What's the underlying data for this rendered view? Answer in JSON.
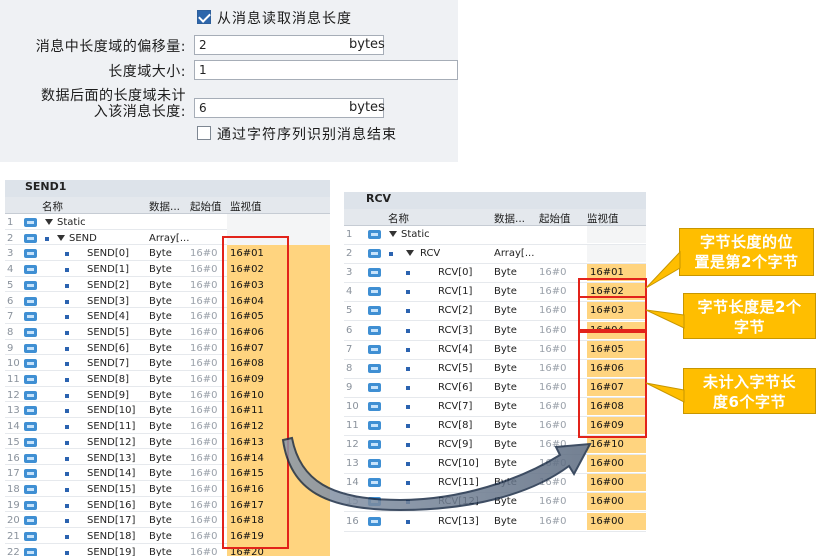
{
  "config": {
    "read_length_checkbox": "从消息读取消息长度",
    "offset_label": "消息中长度域的偏移量:",
    "offset_value": "2",
    "offset_unit": "bytes",
    "size_label": "长度域大小:",
    "size_value": "1",
    "uncounted_label_line1": "数据后面的长度域未计",
    "uncounted_label_line2": "入该消息长度:",
    "uncounted_value": "6",
    "uncounted_unit": "bytes",
    "char_seq_checkbox": "通过字符序列识别消息结束"
  },
  "send_table": {
    "title": "SEND1",
    "headers": {
      "name": "名称",
      "type": "数据...",
      "start": "起始值",
      "monitor": "监视值"
    },
    "rows": [
      {
        "n": "1",
        "name": "Static",
        "type": "",
        "start": "",
        "monitor": ""
      },
      {
        "n": "2",
        "name": "SEND",
        "type": "Array[...",
        "start": "",
        "monitor": ""
      },
      {
        "n": "3",
        "name": "SEND[0]",
        "type": "Byte",
        "start": "16#0",
        "monitor": "16#01"
      },
      {
        "n": "4",
        "name": "SEND[1]",
        "type": "Byte",
        "start": "16#0",
        "monitor": "16#02"
      },
      {
        "n": "5",
        "name": "SEND[2]",
        "type": "Byte",
        "start": "16#0",
        "monitor": "16#03"
      },
      {
        "n": "6",
        "name": "SEND[3]",
        "type": "Byte",
        "start": "16#0",
        "monitor": "16#04"
      },
      {
        "n": "7",
        "name": "SEND[4]",
        "type": "Byte",
        "start": "16#0",
        "monitor": "16#05"
      },
      {
        "n": "8",
        "name": "SEND[5]",
        "type": "Byte",
        "start": "16#0",
        "monitor": "16#06"
      },
      {
        "n": "9",
        "name": "SEND[6]",
        "type": "Byte",
        "start": "16#0",
        "monitor": "16#07"
      },
      {
        "n": "10",
        "name": "SEND[7]",
        "type": "Byte",
        "start": "16#0",
        "monitor": "16#08"
      },
      {
        "n": "11",
        "name": "SEND[8]",
        "type": "Byte",
        "start": "16#0",
        "monitor": "16#09"
      },
      {
        "n": "12",
        "name": "SEND[9]",
        "type": "Byte",
        "start": "16#0",
        "monitor": "16#10"
      },
      {
        "n": "13",
        "name": "SEND[10]",
        "type": "Byte",
        "start": "16#0",
        "monitor": "16#11"
      },
      {
        "n": "14",
        "name": "SEND[11]",
        "type": "Byte",
        "start": "16#0",
        "monitor": "16#12"
      },
      {
        "n": "15",
        "name": "SEND[12]",
        "type": "Byte",
        "start": "16#0",
        "monitor": "16#13"
      },
      {
        "n": "16",
        "name": "SEND[13]",
        "type": "Byte",
        "start": "16#0",
        "monitor": "16#14"
      },
      {
        "n": "17",
        "name": "SEND[14]",
        "type": "Byte",
        "start": "16#0",
        "monitor": "16#15"
      },
      {
        "n": "18",
        "name": "SEND[15]",
        "type": "Byte",
        "start": "16#0",
        "monitor": "16#16"
      },
      {
        "n": "19",
        "name": "SEND[16]",
        "type": "Byte",
        "start": "16#0",
        "monitor": "16#17"
      },
      {
        "n": "20",
        "name": "SEND[17]",
        "type": "Byte",
        "start": "16#0",
        "monitor": "16#18"
      },
      {
        "n": "21",
        "name": "SEND[18]",
        "type": "Byte",
        "start": "16#0",
        "monitor": "16#19"
      },
      {
        "n": "22",
        "name": "SEND[19]",
        "type": "Byte",
        "start": "16#0",
        "monitor": "16#20"
      }
    ]
  },
  "rcv_table": {
    "title": "RCV",
    "headers": {
      "name": "名称",
      "type": "数据...",
      "start": "起始值",
      "monitor": "监视值"
    },
    "rows": [
      {
        "n": "1",
        "name": "Static",
        "type": "",
        "start": "",
        "monitor": ""
      },
      {
        "n": "2",
        "name": "RCV",
        "type": "Array[...",
        "start": "",
        "monitor": ""
      },
      {
        "n": "3",
        "name": "RCV[0]",
        "type": "Byte",
        "start": "16#0",
        "monitor": "16#01"
      },
      {
        "n": "4",
        "name": "RCV[1]",
        "type": "Byte",
        "start": "16#0",
        "monitor": "16#02"
      },
      {
        "n": "5",
        "name": "RCV[2]",
        "type": "Byte",
        "start": "16#0",
        "monitor": "16#03"
      },
      {
        "n": "6",
        "name": "RCV[3]",
        "type": "Byte",
        "start": "16#0",
        "monitor": "16#04"
      },
      {
        "n": "7",
        "name": "RCV[4]",
        "type": "Byte",
        "start": "16#0",
        "monitor": "16#05"
      },
      {
        "n": "8",
        "name": "RCV[5]",
        "type": "Byte",
        "start": "16#0",
        "monitor": "16#06"
      },
      {
        "n": "9",
        "name": "RCV[6]",
        "type": "Byte",
        "start": "16#0",
        "monitor": "16#07"
      },
      {
        "n": "10",
        "name": "RCV[7]",
        "type": "Byte",
        "start": "16#0",
        "monitor": "16#08"
      },
      {
        "n": "11",
        "name": "RCV[8]",
        "type": "Byte",
        "start": "16#0",
        "monitor": "16#09"
      },
      {
        "n": "12",
        "name": "RCV[9]",
        "type": "Byte",
        "start": "16#0",
        "monitor": "16#10"
      },
      {
        "n": "13",
        "name": "RCV[10]",
        "type": "Byte",
        "start": "16#0",
        "monitor": "16#00"
      },
      {
        "n": "14",
        "name": "RCV[11]",
        "type": "Byte",
        "start": "16#0",
        "monitor": "16#00"
      },
      {
        "n": "15",
        "name": "RCV[12]",
        "type": "Byte",
        "start": "16#0",
        "monitor": "16#00"
      },
      {
        "n": "16",
        "name": "RCV[13]",
        "type": "Byte",
        "start": "16#0",
        "monitor": "16#00"
      }
    ]
  },
  "callouts": {
    "position_line1": "字节长度的位",
    "position_line2": "置是第2个字节",
    "length_line1": "字节长度是2个",
    "length_line2": "字节",
    "uncounted_line1": "未计入字节长",
    "uncounted_line2": "度6个字节"
  },
  "colors": {
    "monitor_highlight": "#ffd47f",
    "callout": "#ffbe00",
    "red_box": "#e2231a"
  }
}
